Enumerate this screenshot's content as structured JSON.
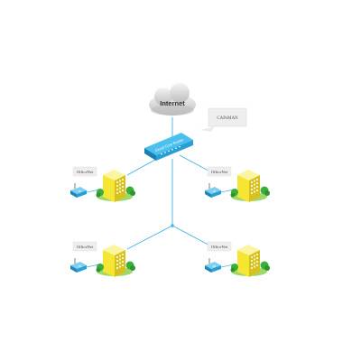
{
  "internet": {
    "label": "Internet"
  },
  "router": {
    "label": "Cloud Core Router"
  },
  "callout": {
    "label": "CAPsMAN"
  },
  "offices": [
    {
      "label": "OfficeNet"
    },
    {
      "label": "OfficeNet"
    },
    {
      "label": "OfficeNet"
    },
    {
      "label": "OfficeNet"
    }
  ],
  "colors": {
    "link": "#3db4e6",
    "router": "#29a3d8",
    "building": "#f2e52e",
    "tree": "#3cae3c",
    "cloud": "#d6d6d6"
  },
  "icons": {
    "internet": "cloud-icon",
    "router": "router-icon",
    "office": "building-icon",
    "access_point": "wireless-ap-icon",
    "tree": "tree-icon"
  }
}
